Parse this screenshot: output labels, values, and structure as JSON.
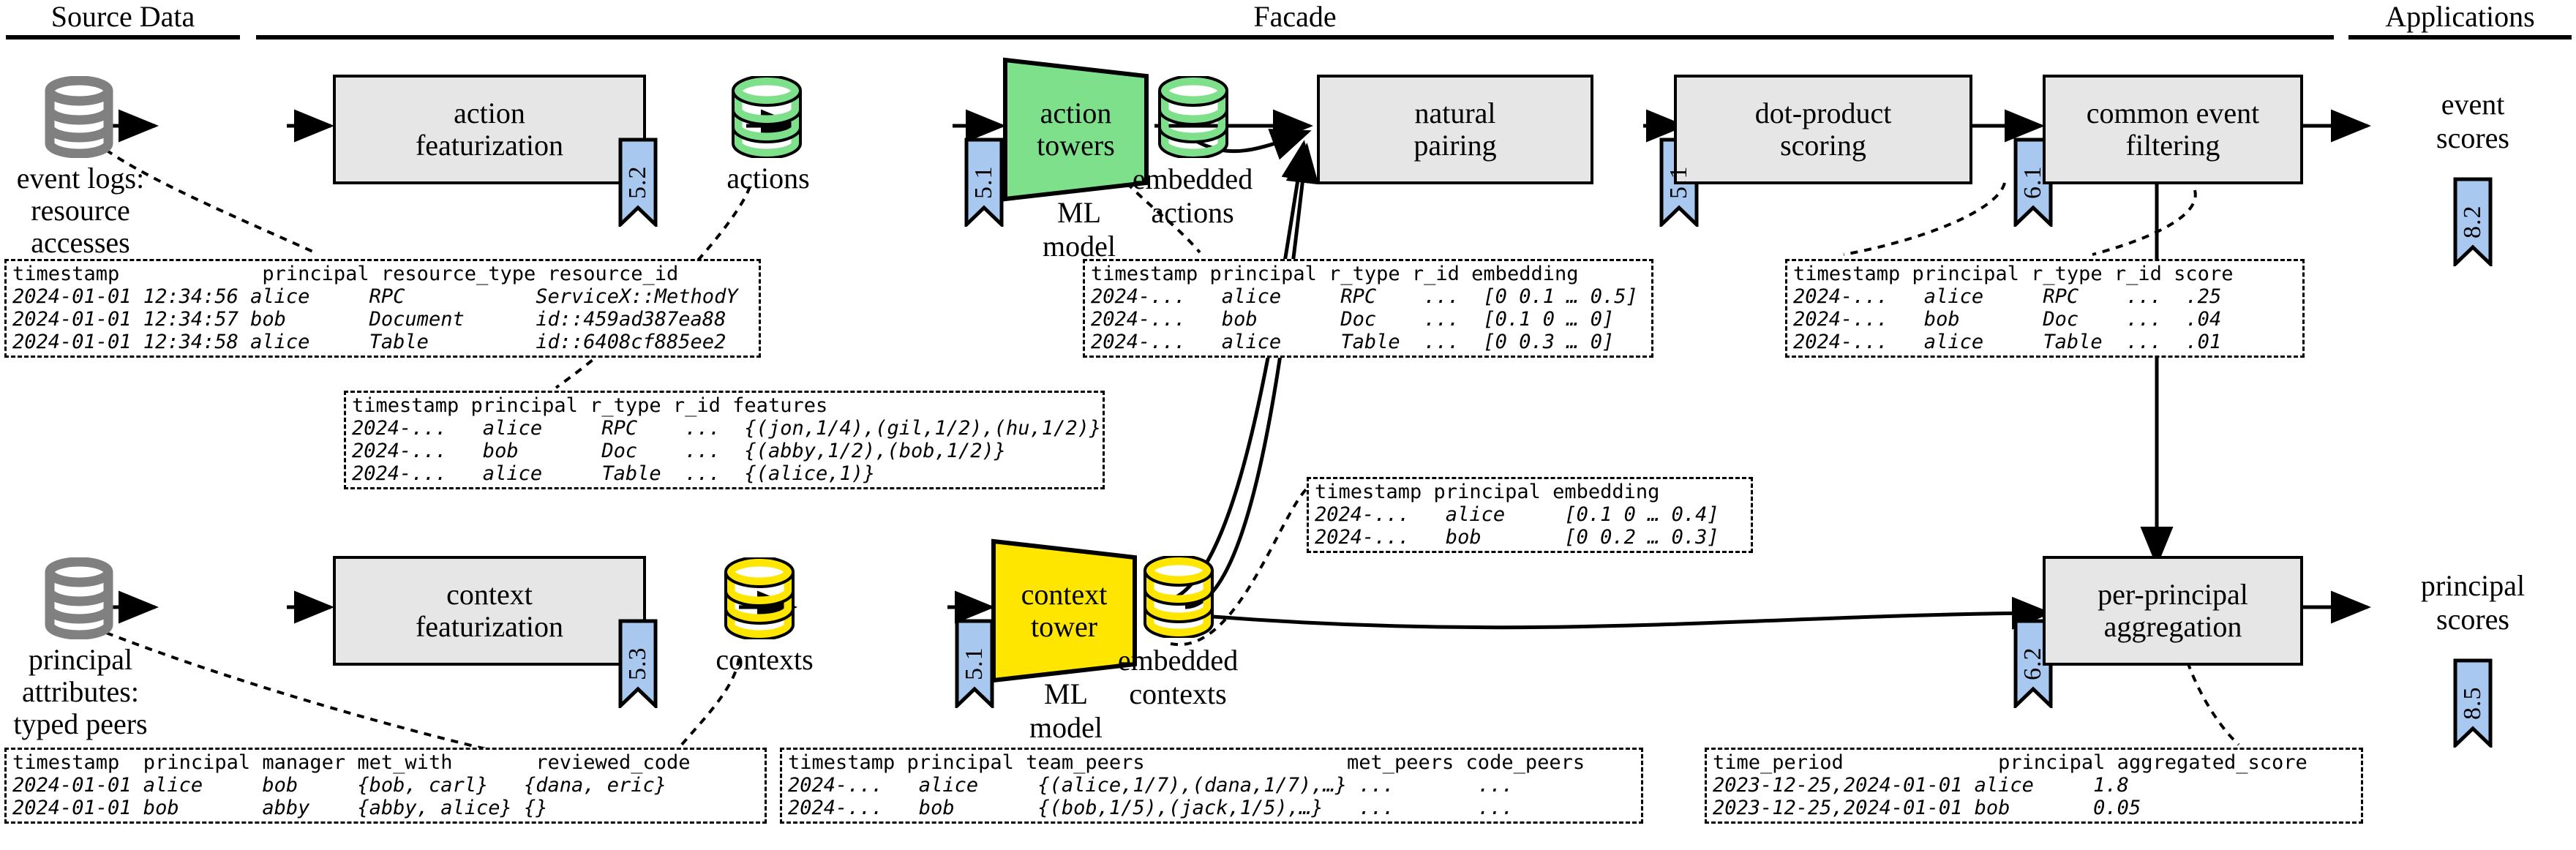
{
  "sections": [
    {
      "id": "source-data",
      "title": "Source Data"
    },
    {
      "id": "facade",
      "title": "Facade"
    },
    {
      "id": "applications",
      "title": "Applications"
    }
  ],
  "datastores": [
    {
      "id": "event-logs",
      "caption": "event logs:\nresource accesses",
      "color": "#808080"
    },
    {
      "id": "actions",
      "caption": "actions",
      "color": "#7ee08a"
    },
    {
      "id": "embedded-actions",
      "caption": "embedded\nactions",
      "color": "#7ee08a"
    },
    {
      "id": "principal-attributes",
      "caption": "principal attributes:\ntyped peers",
      "color": "#808080"
    },
    {
      "id": "contexts",
      "caption": "contexts",
      "color": "#ffe600"
    },
    {
      "id": "embedded-contexts",
      "caption": "embedded\ncontexts",
      "color": "#ffe600"
    }
  ],
  "processes": [
    {
      "id": "action-featurization",
      "line1": "action",
      "line2": "featurization"
    },
    {
      "id": "natural-pairing",
      "line1": "natural",
      "line2": "pairing"
    },
    {
      "id": "dot-product-scoring",
      "line1": "dot-product",
      "line2": "scoring"
    },
    {
      "id": "common-event-filtering",
      "line1": "common event",
      "line2": "filtering"
    },
    {
      "id": "context-featurization",
      "line1": "context",
      "line2": "featurization"
    },
    {
      "id": "per-principal-aggregation",
      "line1": "per-principal",
      "line2": "aggregation"
    }
  ],
  "towers": [
    {
      "id": "action-towers",
      "line1": "action",
      "line2": "towers",
      "sublabel": "ML\nmodel",
      "color": "#7ee08a"
    },
    {
      "id": "context-tower",
      "line1": "context",
      "line2": "tower",
      "sublabel": "ML\nmodel",
      "color": "#ffe600"
    }
  ],
  "ribbons": [
    {
      "id": "ribbon-5-2",
      "label": "5.2"
    },
    {
      "id": "ribbon-5-1-action",
      "label": "5.1"
    },
    {
      "id": "ribbon-5-1-scoring",
      "label": "5.1"
    },
    {
      "id": "ribbon-6-1",
      "label": "6.1"
    },
    {
      "id": "ribbon-8-2",
      "label": "8.2"
    },
    {
      "id": "ribbon-5-3",
      "label": "5.3"
    },
    {
      "id": "ribbon-5-1-context",
      "label": "5.1"
    },
    {
      "id": "ribbon-6-2",
      "label": "6.2"
    },
    {
      "id": "ribbon-8-5",
      "label": "8.5"
    }
  ],
  "outputs": [
    {
      "id": "event-scores",
      "caption": "event\nscores"
    },
    {
      "id": "principal-scores",
      "caption": "principal\nscores"
    }
  ],
  "tables": {
    "event_logs": {
      "id": "table-event-logs",
      "header": "timestamp            principal resource_type resource_id",
      "rows": [
        "2024-01-01 12:34:56 alice     RPC           ServiceX::MethodY",
        "2024-01-01 12:34:57 bob       Document      id::459ad387ea88",
        "2024-01-01 12:34:58 alice     Table         id::6408cf885ee2"
      ]
    },
    "actions": {
      "id": "table-actions",
      "header": "timestamp principal r_type r_id features",
      "rows": [
        "2024-...   alice     RPC    ...  {(jon,1/4),(gil,1/2),(hu,1/2)}",
        "2024-...   bob       Doc    ...  {(abby,1/2),(bob,1/2)}",
        "2024-...   alice     Table  ...  {(alice,1)}"
      ]
    },
    "embedded_actions": {
      "id": "table-embedded-actions",
      "header": "timestamp principal r_type r_id embedding",
      "rows": [
        "2024-...   alice     RPC    ...  [0 0.1 … 0.5]",
        "2024-...   bob       Doc    ...  [0.1 0 … 0]",
        "2024-...   alice     Table  ...  [0 0.3 … 0]"
      ]
    },
    "event_scores": {
      "id": "table-event-scores",
      "header": "timestamp principal r_type r_id score",
      "rows": [
        "2024-...   alice     RPC    ...  .25",
        "2024-...   bob       Doc    ...  .04",
        "2024-...   alice     Table  ...  .01"
      ]
    },
    "embedded_contexts": {
      "id": "table-embedded-contexts",
      "header": "timestamp principal embedding",
      "rows": [
        "2024-...   alice     [0.1 0 … 0.4]",
        "2024-...   bob       [0 0.2 … 0.3]"
      ]
    },
    "principal_attributes": {
      "id": "table-principal-attributes",
      "header": "timestamp  principal manager met_with       reviewed_code",
      "rows": [
        "2024-01-01 alice     bob     {bob, carl}   {dana, eric}",
        "2024-01-01 bob       abby    {abby, alice} {}"
      ]
    },
    "contexts": {
      "id": "table-contexts",
      "header": "timestamp principal team_peers                 met_peers code_peers",
      "rows": [
        "2024-...   alice     {(alice,1/7),(dana,1/7),…} ...       ...",
        "2024-...   bob       {(bob,1/5),(jack,1/5),…}   ...       ..."
      ]
    },
    "principal_scores": {
      "id": "table-principal-scores",
      "header": "time_period             principal aggregated_score",
      "rows": [
        "2023-12-25,2024-01-01 alice     1.8",
        "2023-12-25,2024-01-01 bob       0.05"
      ]
    }
  },
  "colors": {
    "process_fill": "#e6e6e6",
    "ribbon_fill": "#a8c8f0",
    "green": "#7ee08a",
    "yellow": "#ffe600",
    "gray_cyl": "#808080",
    "stroke": "#000000"
  }
}
